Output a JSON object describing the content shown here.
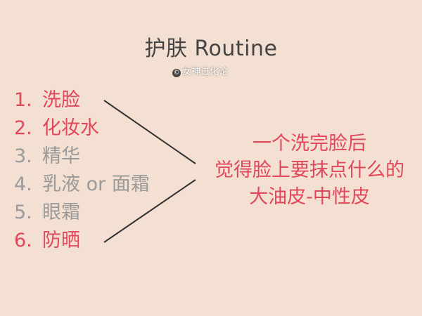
{
  "title": "护肤 Routine",
  "watermark": {
    "symbol": "©",
    "text": "女神进化论"
  },
  "steps": [
    {
      "num": "1.",
      "label": "洗脸",
      "highlight": true
    },
    {
      "num": "2.",
      "label": "化妆水",
      "highlight": true
    },
    {
      "num": "3.",
      "label": "精华",
      "highlight": false
    },
    {
      "num": "4.",
      "label": "乳液 or 面霜",
      "highlight": false
    },
    {
      "num": "5.",
      "label": "眼霜",
      "highlight": false
    },
    {
      "num": "6.",
      "label": "防晒",
      "highlight": true
    }
  ],
  "result": {
    "line1": "一个洗完脸后",
    "line2": "觉得脸上要抹点什么的",
    "line3": "大油皮-中性皮"
  },
  "colors": {
    "background": "#f3e0d2",
    "highlight": "#e0475b",
    "muted": "#9a9a9a",
    "title": "#444444"
  }
}
